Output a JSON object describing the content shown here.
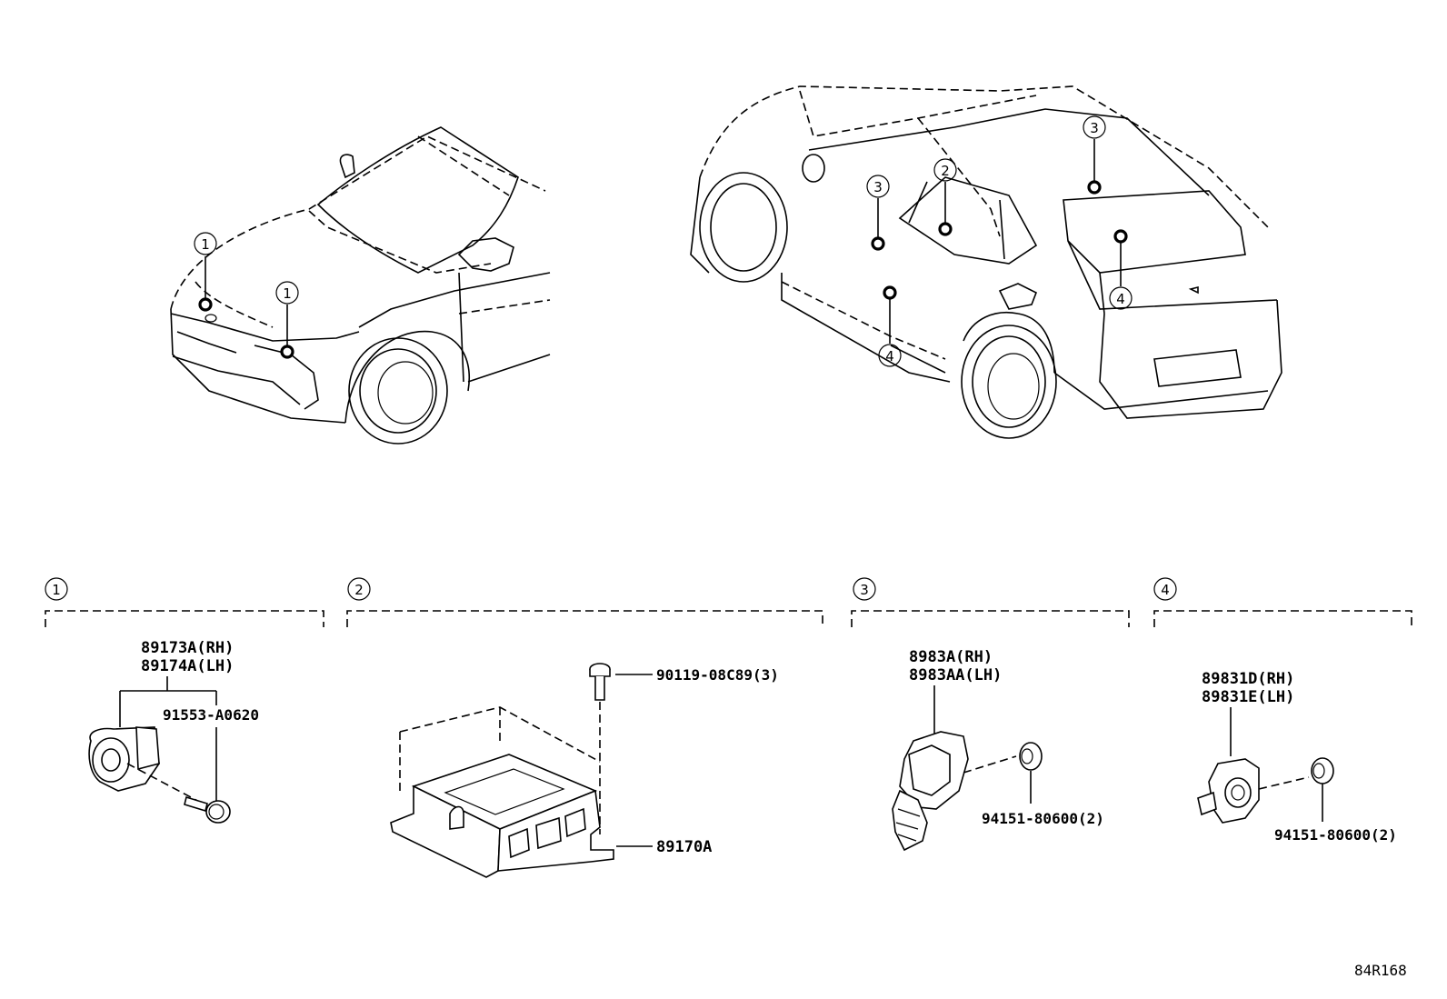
{
  "callouts": {
    "front_view": [
      "1",
      "1"
    ],
    "rear_view": [
      "2",
      "3",
      "3",
      "4",
      "4"
    ]
  },
  "groups": [
    {
      "number": "1",
      "labels": [
        "89173A(RH)",
        "89174A(LH)",
        "91553-A0620"
      ]
    },
    {
      "number": "2",
      "labels": [
        "90119-08C89(3)",
        "89170A"
      ]
    },
    {
      "number": "3",
      "labels": [
        "8983A(RH)",
        "8983AA(LH)",
        "94151-80600(2)"
      ]
    },
    {
      "number": "4",
      "labels": [
        "89831D(RH)",
        "89831E(LH)",
        "94151-80600(2)"
      ]
    }
  ],
  "diagram_code": "84R168"
}
